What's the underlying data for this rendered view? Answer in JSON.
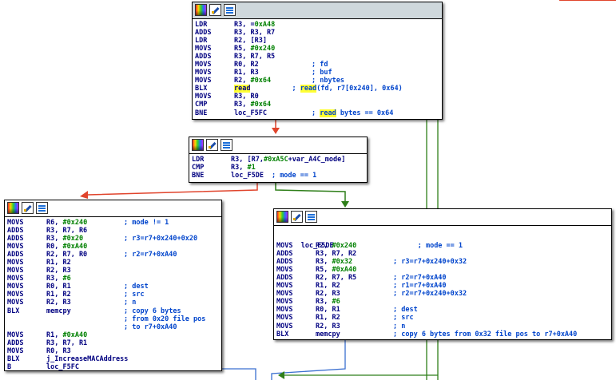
{
  "colors": {
    "edge_false": "#e0442c",
    "edge_true": "#2f7f1a",
    "edge_back": "#3a6fd0",
    "titlebar_active": "#cfd8dc"
  },
  "titlebar_icons": [
    "color-palette-icon",
    "edit-node-icon",
    "graph-overview-icon"
  ],
  "blocks": {
    "top": {
      "lines": [
        {
          "mn": "LDR",
          "op": "R3, =0xA48",
          "cm": ""
        },
        {
          "mn": "ADDS",
          "op": "R3, R3, R7",
          "cm": ""
        },
        {
          "mn": "LDR",
          "op": "R2, [R3]",
          "cm": ""
        },
        {
          "mn": "MOVS",
          "op": "R5, #0x240",
          "cm": ""
        },
        {
          "mn": "ADDS",
          "op": "R3, R7, R5",
          "cm": ""
        },
        {
          "mn": "MOVS",
          "op": "R0, R2",
          "cm": "; fd"
        },
        {
          "mn": "MOVS",
          "op": "R1, R3",
          "cm": "; buf"
        },
        {
          "mn": "MOVS",
          "op": "R2, #0x64",
          "cm": "; nbytes"
        },
        {
          "mn": "BLX",
          "op": "read",
          "cm": "; read(fd, r7[0x240], 0x64)"
        },
        {
          "mn": "MOVS",
          "op": "R3, R0",
          "cm": ""
        },
        {
          "mn": "CMP",
          "op": "R3, #0x64",
          "cm": ""
        },
        {
          "mn": "BNE",
          "op": "loc_F5FC",
          "cm": "; read bytes == 0x64"
        }
      ]
    },
    "mid": {
      "lines": [
        {
          "mn": "LDR",
          "op": "R3, [R7,#0xA5C+var_A4C_mode]",
          "cm": ""
        },
        {
          "mn": "CMP",
          "op": "R3, #1",
          "cm": ""
        },
        {
          "mn": "BNE",
          "op": "loc_F5DE",
          "cm": "; mode == 1"
        }
      ]
    },
    "left": {
      "lines": [
        {
          "mn": "MOVS",
          "op": "R6, #0x240",
          "cm": "; mode != 1"
        },
        {
          "mn": "ADDS",
          "op": "R3, R7, R6",
          "cm": ""
        },
        {
          "mn": "ADDS",
          "op": "R3, #0x20",
          "cm": "; r3=r7+0x240+0x20"
        },
        {
          "mn": "MOVS",
          "op": "R0, #0xA40",
          "cm": ""
        },
        {
          "mn": "ADDS",
          "op": "R2, R7, R0",
          "cm": "; r2=r7+0xA40"
        },
        {
          "mn": "MOVS",
          "op": "R1, R2",
          "cm": ""
        },
        {
          "mn": "MOVS",
          "op": "R2, R3",
          "cm": ""
        },
        {
          "mn": "MOVS",
          "op": "R3, #6",
          "cm": ""
        },
        {
          "mn": "MOVS",
          "op": "R0, R1",
          "cm": "; dest"
        },
        {
          "mn": "MOVS",
          "op": "R1, R2",
          "cm": "; src"
        },
        {
          "mn": "MOVS",
          "op": "R2, R3",
          "cm": "; n"
        },
        {
          "mn": "BLX",
          "op": "memcpy",
          "cm": "; copy 6 bytes"
        },
        {
          "mn": "",
          "op": "",
          "cm": "; from 0x20 file pos"
        },
        {
          "mn": "",
          "op": "",
          "cm": "; to r7+0xA40"
        },
        {
          "mn": "MOVS",
          "op": "R1, #0xA40",
          "cm": ""
        },
        {
          "mn": "ADDS",
          "op": "R3, R7, R1",
          "cm": ""
        },
        {
          "mn": "MOVS",
          "op": "R0, R3",
          "cm": ""
        },
        {
          "mn": "BLX",
          "op": "j_IncreaseMACAddress",
          "cm": ""
        },
        {
          "mn": "B",
          "op": "loc_F5FC",
          "cm": ""
        }
      ]
    },
    "right": {
      "label": "loc_F5DE",
      "label_comment": "; mode == 1",
      "lines": [
        {
          "mn": "MOVS",
          "op": "R2, #0x240",
          "cm": ""
        },
        {
          "mn": "ADDS",
          "op": "R3, R7, R2",
          "cm": ""
        },
        {
          "mn": "ADDS",
          "op": "R3, #0x32",
          "cm": "; r3=r7+0x240+0x32"
        },
        {
          "mn": "MOVS",
          "op": "R5, #0xA40",
          "cm": ""
        },
        {
          "mn": "ADDS",
          "op": "R2, R7, R5",
          "cm": "; r2=r7+0xA40"
        },
        {
          "mn": "MOVS",
          "op": "R1, R2",
          "cm": "; r1=r7+0xA40"
        },
        {
          "mn": "MOVS",
          "op": "R2, R3",
          "cm": "; r2=r7+0x240+0x32"
        },
        {
          "mn": "MOVS",
          "op": "R3, #6",
          "cm": ""
        },
        {
          "mn": "MOVS",
          "op": "R0, R1",
          "cm": "; dest"
        },
        {
          "mn": "MOVS",
          "op": "R1, R2",
          "cm": "; src"
        },
        {
          "mn": "MOVS",
          "op": "R2, R3",
          "cm": "; n"
        },
        {
          "mn": "BLX",
          "op": "memcpy",
          "cm": "; copy 6 bytes from 0x32 file pos to r7+0xA40"
        }
      ]
    }
  }
}
